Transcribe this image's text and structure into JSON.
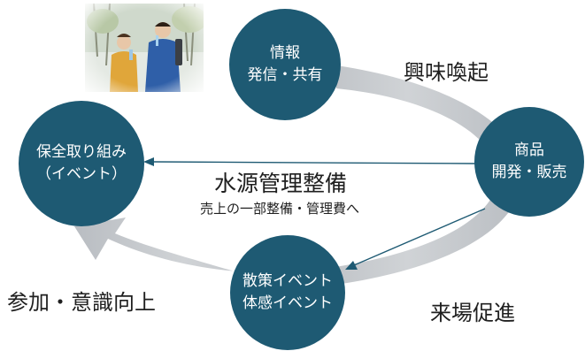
{
  "nodes": {
    "info": {
      "line1": "情報",
      "line2": "発信・共有"
    },
    "product": {
      "line1": "商品",
      "line2": "開発・販売"
    },
    "conserve": {
      "line1": "保全取り組み",
      "line2": "（イベント）"
    },
    "walk": {
      "line1": "散策イベント",
      "line2": "体感イベント"
    }
  },
  "labels": {
    "interest": "興味喚起",
    "visit": "来場促進",
    "participate": "参加・意識向上",
    "water_main": "水源管理整備",
    "water_sub": "売上の一部整備・管理費へ"
  },
  "colors": {
    "node": "#1e5a73",
    "cycle_arrow": "#c4c8cc",
    "connector": "#1e5a73"
  },
  "photo": {
    "icon": "two-hikers-photo"
  }
}
